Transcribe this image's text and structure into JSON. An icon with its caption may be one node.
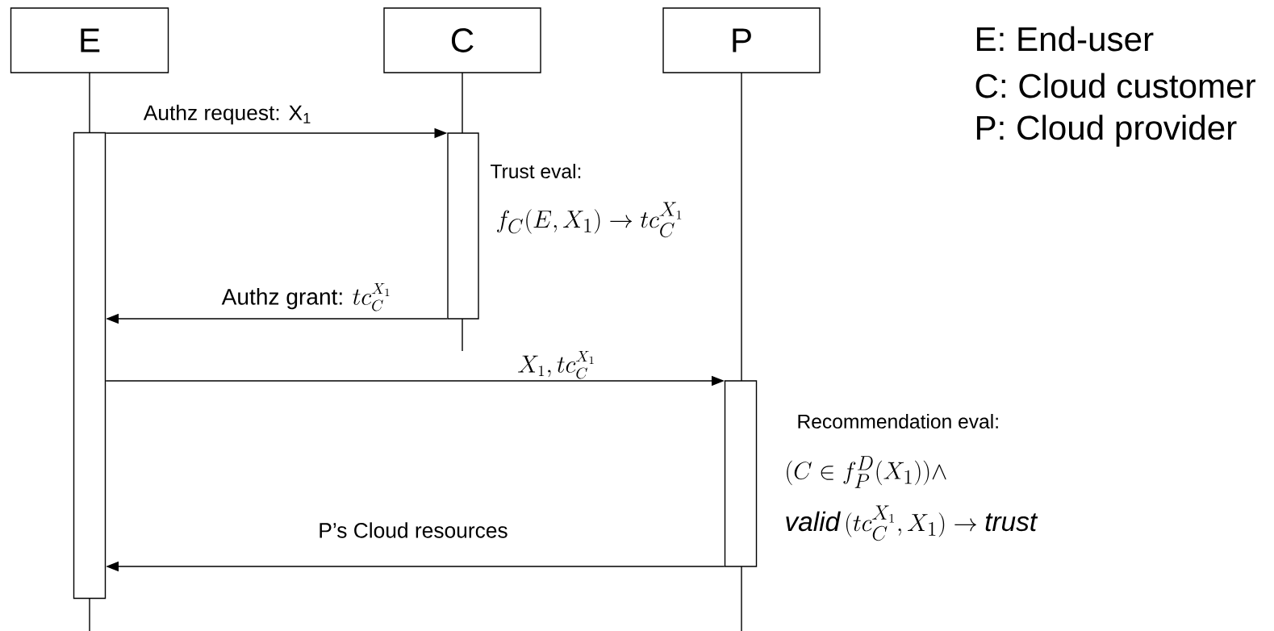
{
  "diagram": {
    "nodes": [
      {
        "text": [
          "E"
        ]
      },
      {
        "text": [
          "C"
        ]
      },
      {
        "text": [
          "P"
        ]
      },
      {
        "text": [],
        "shape": "bar"
      },
      {
        "text": [],
        "shape": "bar"
      },
      {
        "text": [],
        "shape": "bar"
      }
    ],
    "edges": [
      {
        "from": 3,
        "to": 4,
        "arrow": "to",
        "label": "Authz request: X$_{1}$"
      },
      {
        "from": 4,
        "to": 3,
        "arrow": "to",
        "label": "\\text{Authz grant: }tc_{C}^{X_{1}}"
      },
      {
        "from": 3,
        "to": 5,
        "arrow": "to",
        "label": "X_{1}, tc_{C}^{X_{1}}"
      },
      {
        "from": 5,
        "to": 3,
        "arrow": "to",
        "label": "P’s Cloud resources"
      }
    ],
    "labels": [
      "E: End-user",
      "C: Cloud customer",
      "P: Cloud provider",
      "Trust eval:",
      "f_{C}(E,X_{1}) \\rightarrow tc_{C}^{X_{1}}",
      "Recommendation eval:",
      "(C \\in f_{P}^{D}(X_{1})) \\wedge",
      "\\mathit{valid}\\,(tc_{C}^{X_{1}}, X_{1}) \\rightarrow \\mathit{trust}"
    ]
  }
}
